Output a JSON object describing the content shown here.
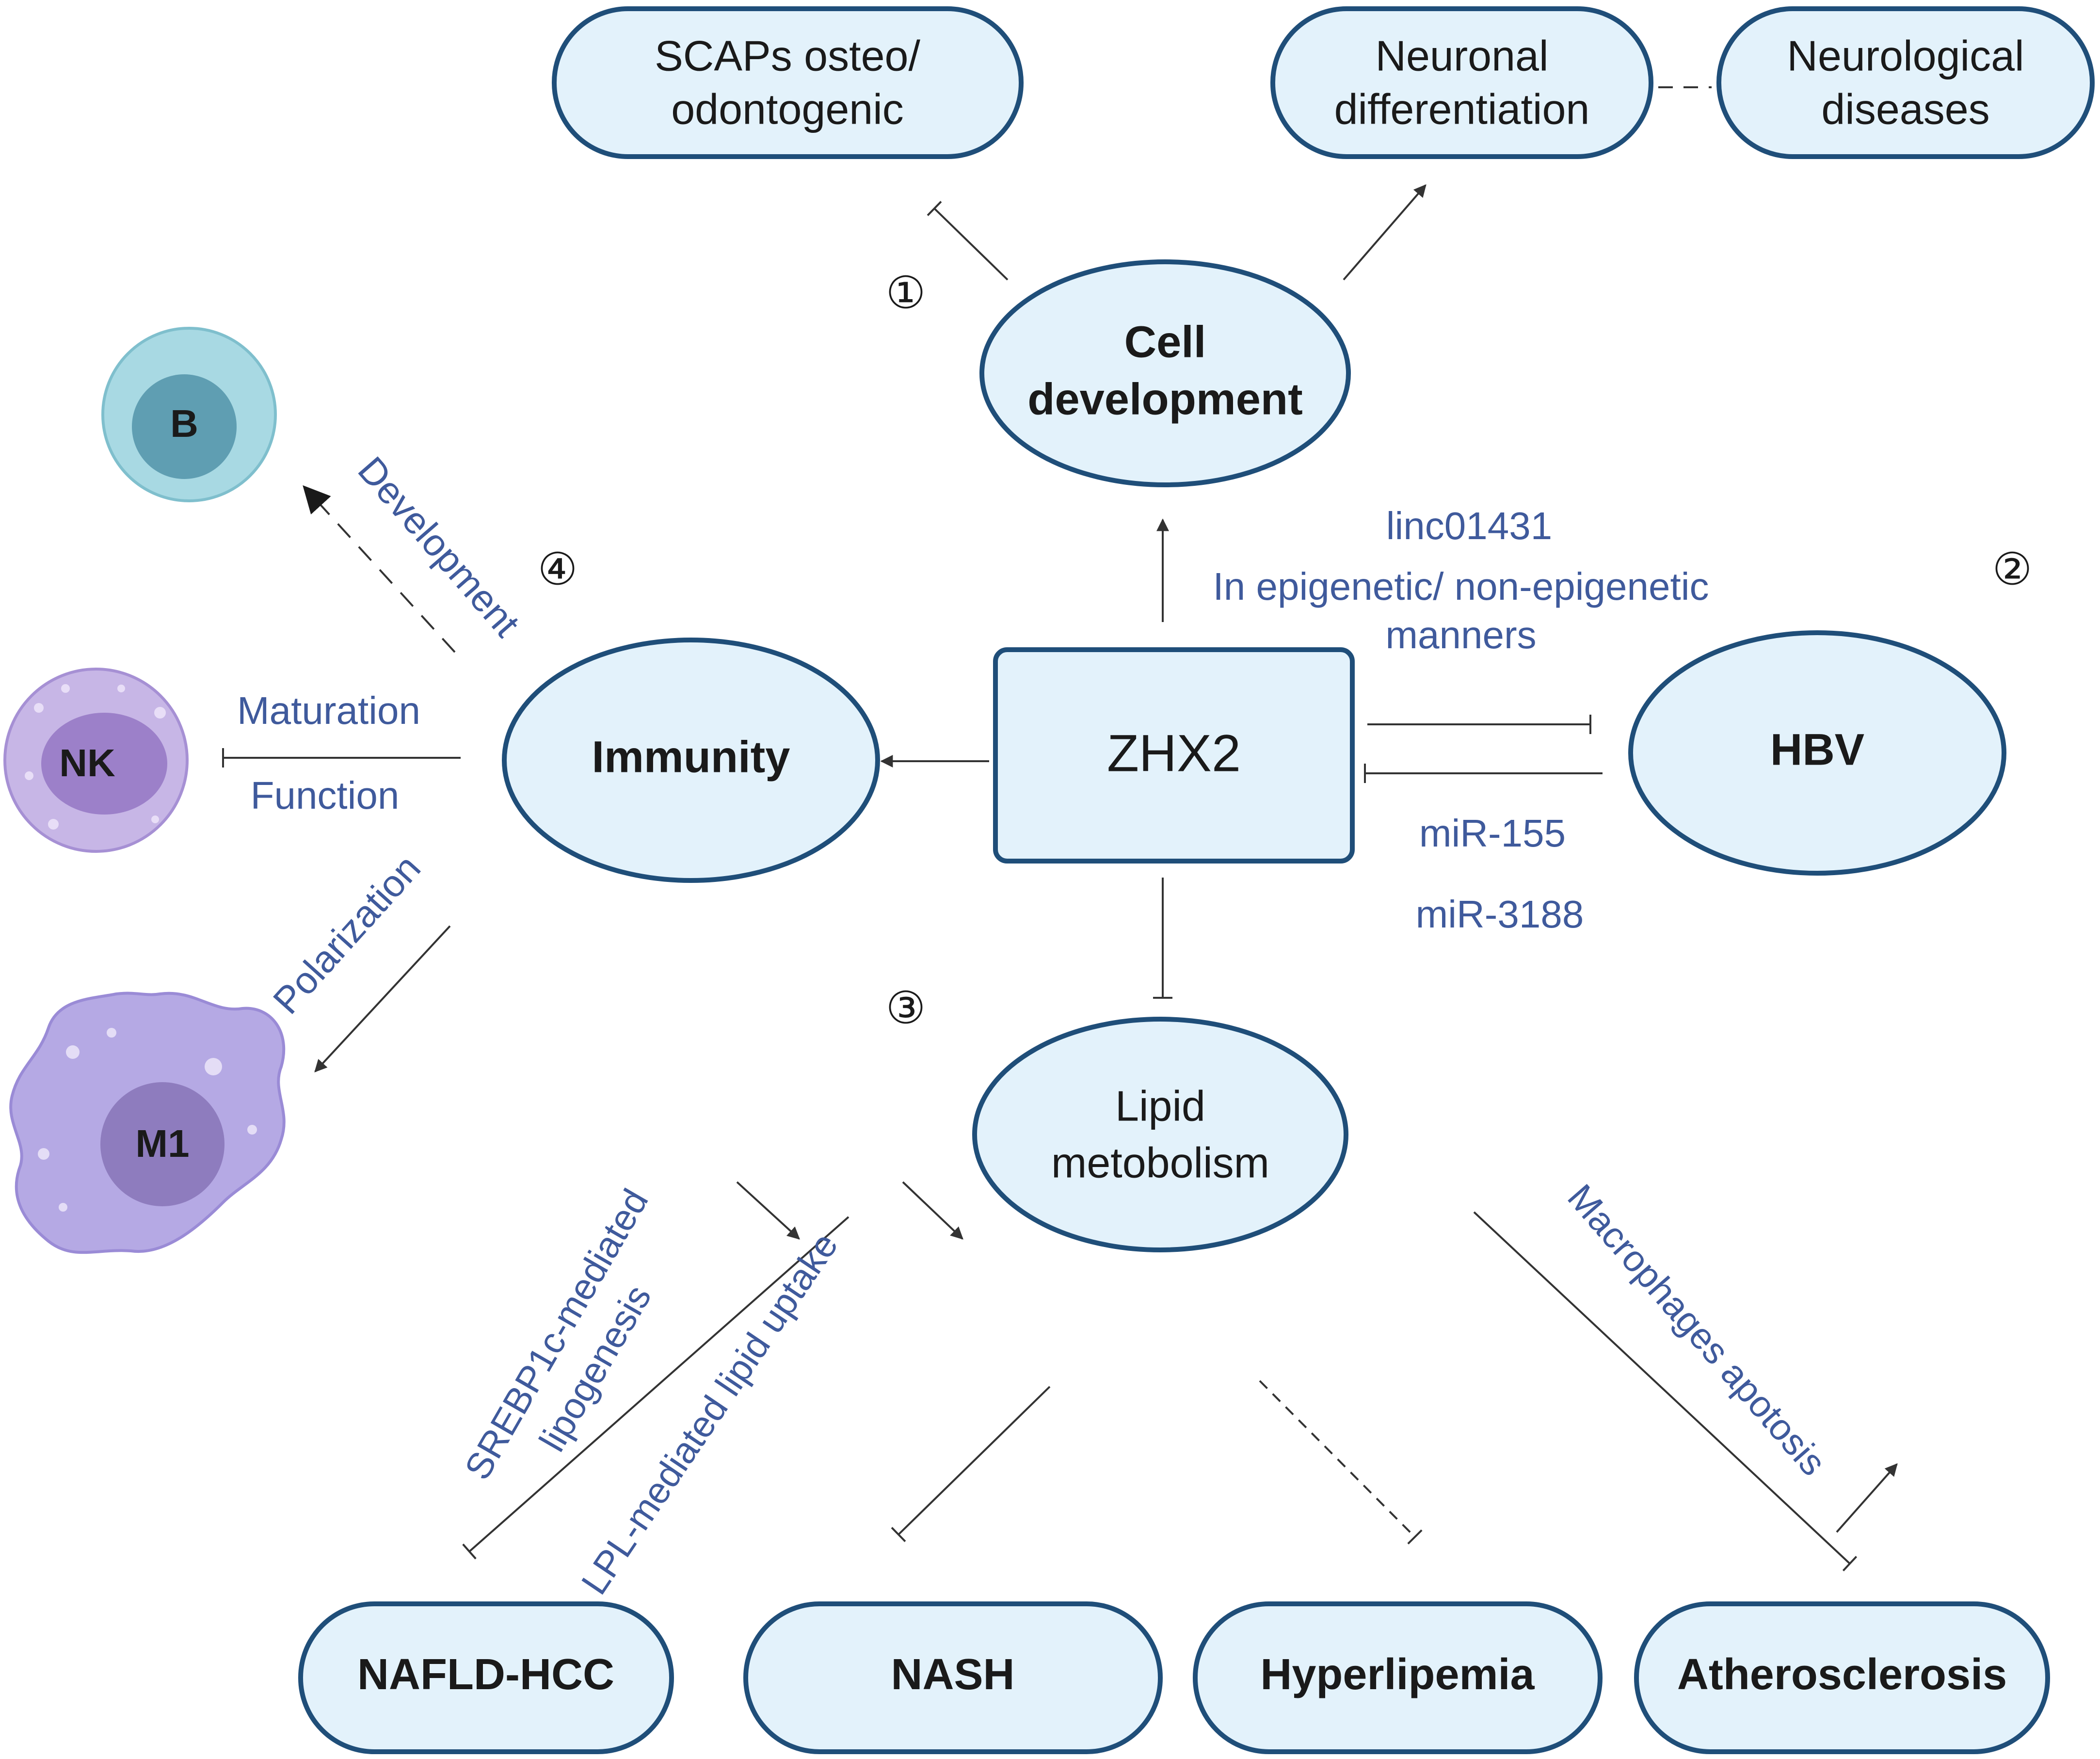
{
  "nodes": {
    "center": "ZHX2",
    "cell_development": [
      "Cell",
      "development"
    ],
    "immunity": "Immunity",
    "hbv": "HBV",
    "lipid_metabolism": [
      "Lipid",
      "metobolism"
    ],
    "scaps": [
      "SCAPs  osteo/",
      "odontogenic"
    ],
    "neuronal_differentiation": [
      "Neuronal",
      "differentiation"
    ],
    "neurological_diseases": [
      "Neurological",
      "diseases"
    ],
    "nafld_hcc": "NAFLD-HCC",
    "nash": "NASH",
    "hyperlipemia": "Hyperlipemia",
    "atherosclerosis": "Atherosclerosis"
  },
  "cells": {
    "b": "B",
    "nk": "NK",
    "m1": "M1"
  },
  "numbers": {
    "n1": "①",
    "n2": "②",
    "n3": "③",
    "n4": "④"
  },
  "labels": {
    "linc": "linc01431",
    "epigenetic_line1": "In epigenetic/ non-epigenetic",
    "epigenetic_line2": "manners",
    "mir155": "miR-155",
    "mir3188": "miR-3188",
    "development": "Development",
    "maturation": "Maturation",
    "function": "Function",
    "polarization": "Polarization",
    "srebp_line1": "SREBP1c-mediated",
    "srebp_line2": "lipogenesis",
    "lpl": "LPL-mediated lipid uptake",
    "macrophages": "Macrophages apotosis"
  },
  "colors": {
    "node_fill": "#e3f2fb",
    "node_stroke": "#1f4e79",
    "label_blue": "#3f5a9c",
    "b_outer": "#a8d9e3",
    "b_inner": "#5f9eb2",
    "nk_outer": "#c7b6e6",
    "nk_inner": "#9c80c9",
    "m1_outer": "#b5a9e4",
    "m1_inner": "#8e7cbe"
  }
}
